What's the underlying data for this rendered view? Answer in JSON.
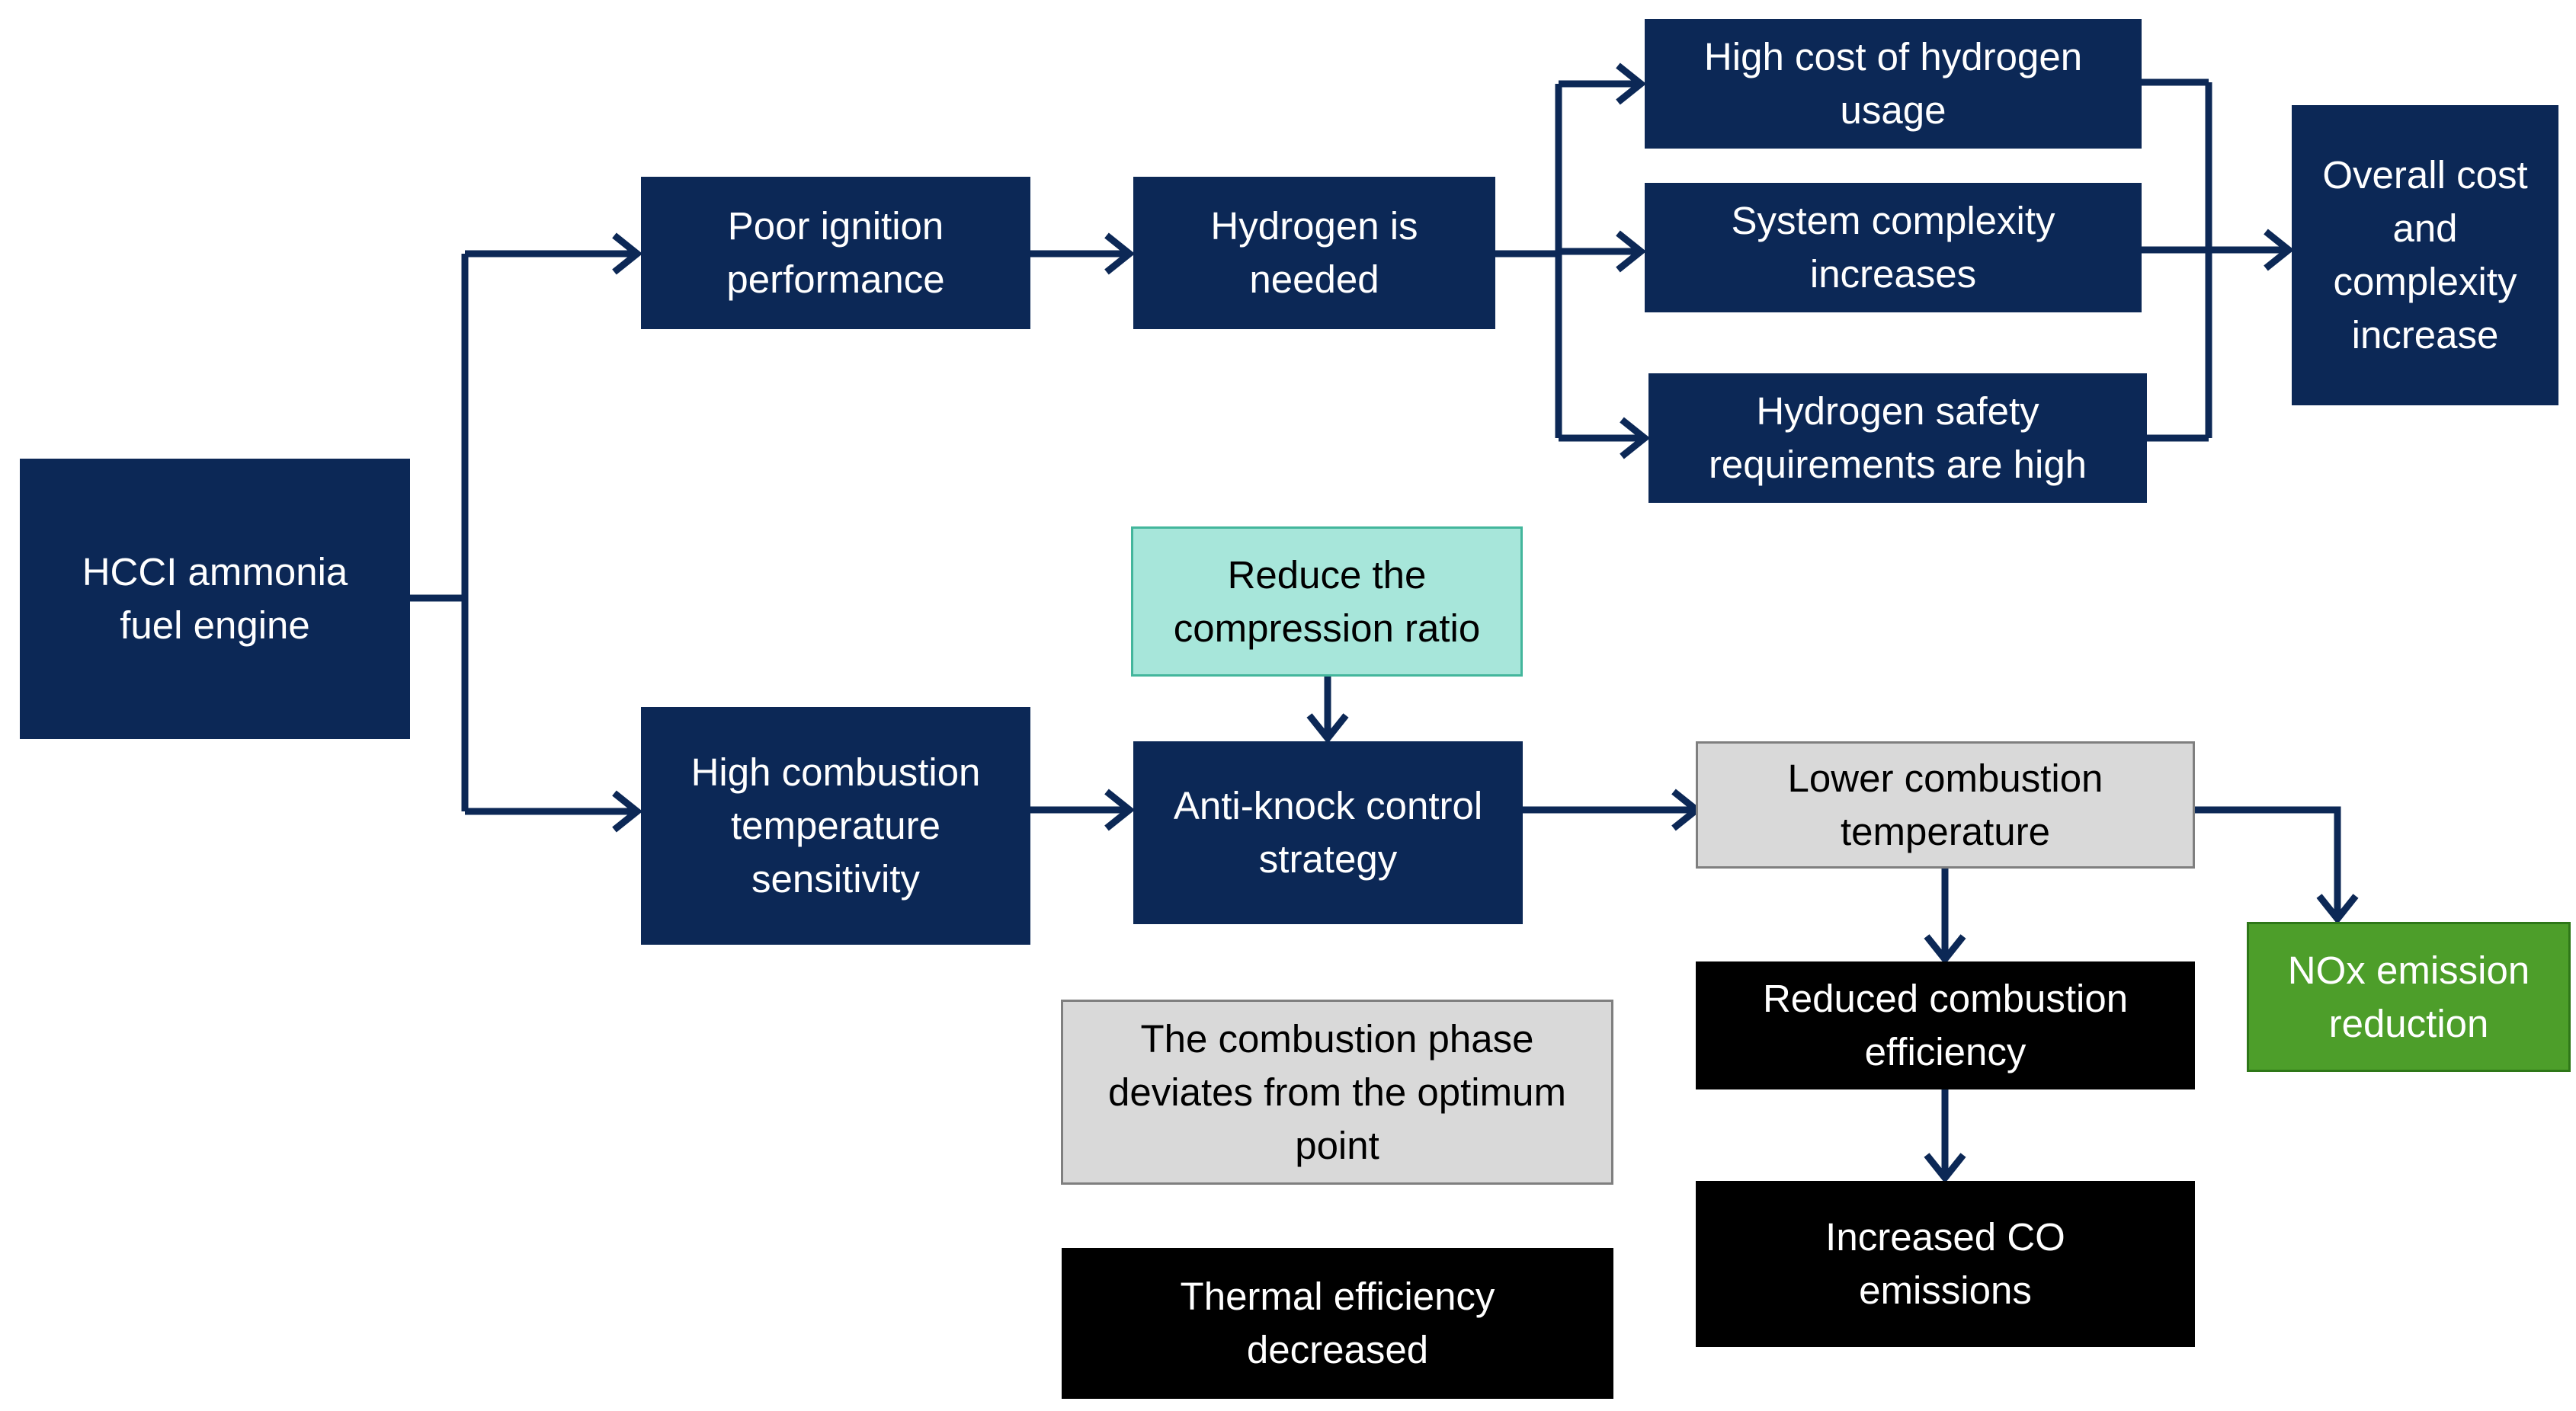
{
  "nodes": {
    "hcci_engine": "HCCI ammonia fuel engine",
    "poor_ignition": "Poor ignition performance",
    "hydrogen_needed": "Hydrogen is needed",
    "high_cost_hydrogen": "High cost of hydrogen usage",
    "system_complexity": "System complexity increases",
    "hydrogen_safety": "Hydrogen safety requirements are high",
    "overall_cost": "Overall cost and complexity increase",
    "reduce_compression": "Reduce the compression ratio",
    "high_temp_sensitivity": "High combustion temperature sensitivity",
    "anti_knock": "Anti-knock control strategy",
    "lower_combustion_temp": "Lower combustion temperature",
    "nox_reduction": "NOx emission reduction",
    "reduced_efficiency": "Reduced combustion efficiency",
    "increased_co": "Increased CO emissions",
    "combustion_phase": "The combustion phase deviates from the optimum point",
    "thermal_efficiency": "Thermal efficiency decreased"
  },
  "colors": {
    "navy": "#0c2856",
    "black": "#000000",
    "gray": "#d9d9d9",
    "teal": "#a7e6da",
    "green": "#4d9e2a",
    "connector": "#0c2856"
  }
}
